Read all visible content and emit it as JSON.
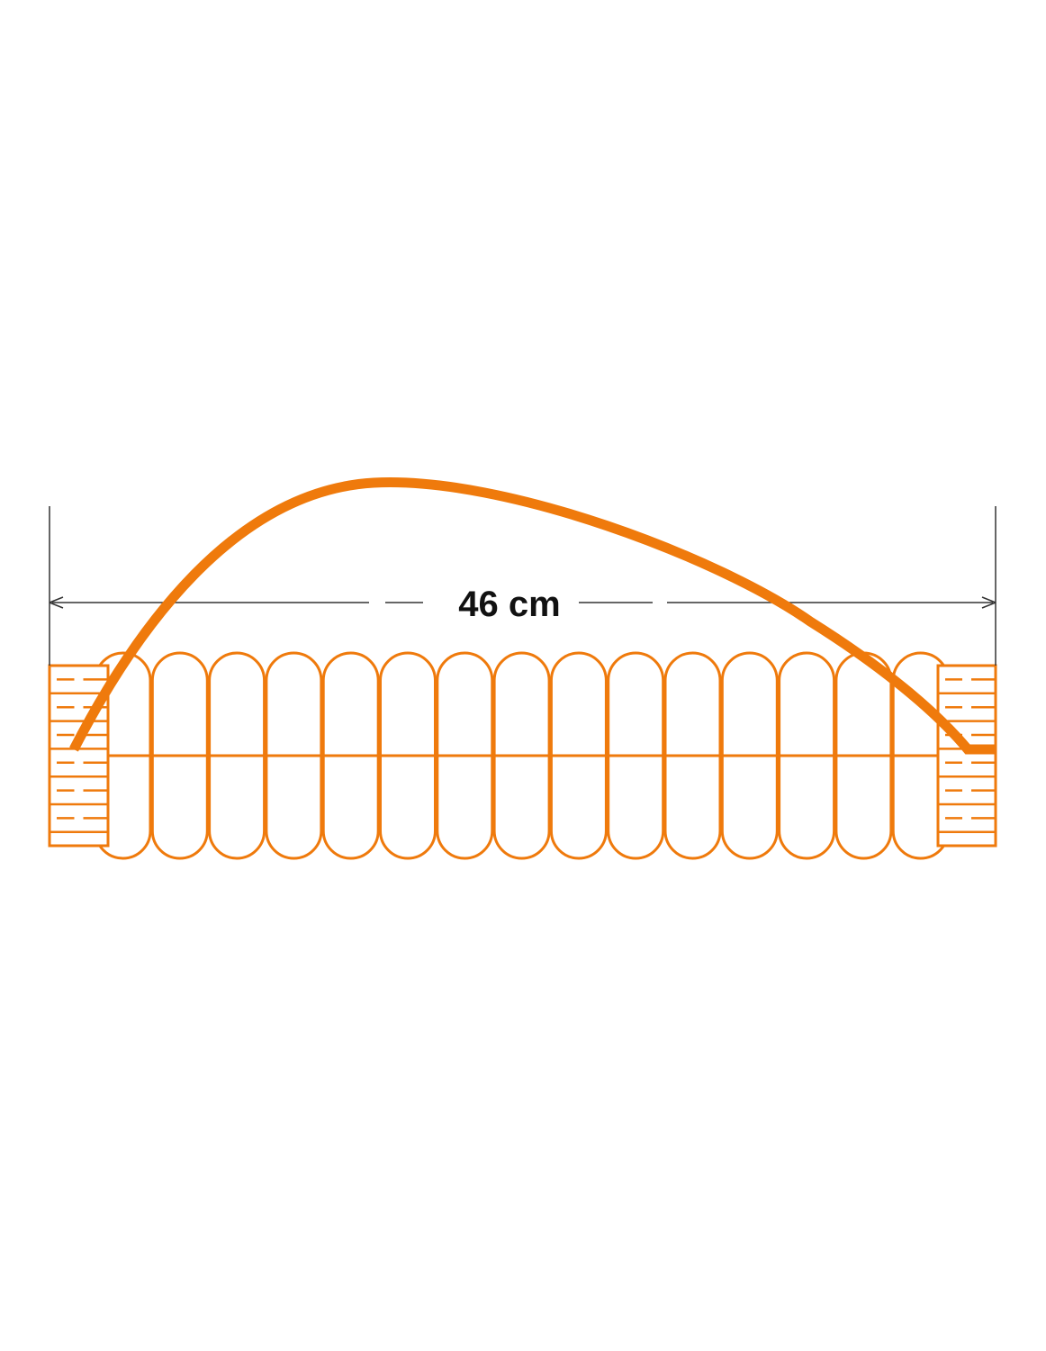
{
  "dimension": {
    "label": "46 cm",
    "value": 46,
    "unit": "cm"
  },
  "colors": {
    "hose": "#EF7A0C",
    "dimension_line": "#333333"
  },
  "hose": {
    "segments": 15
  }
}
